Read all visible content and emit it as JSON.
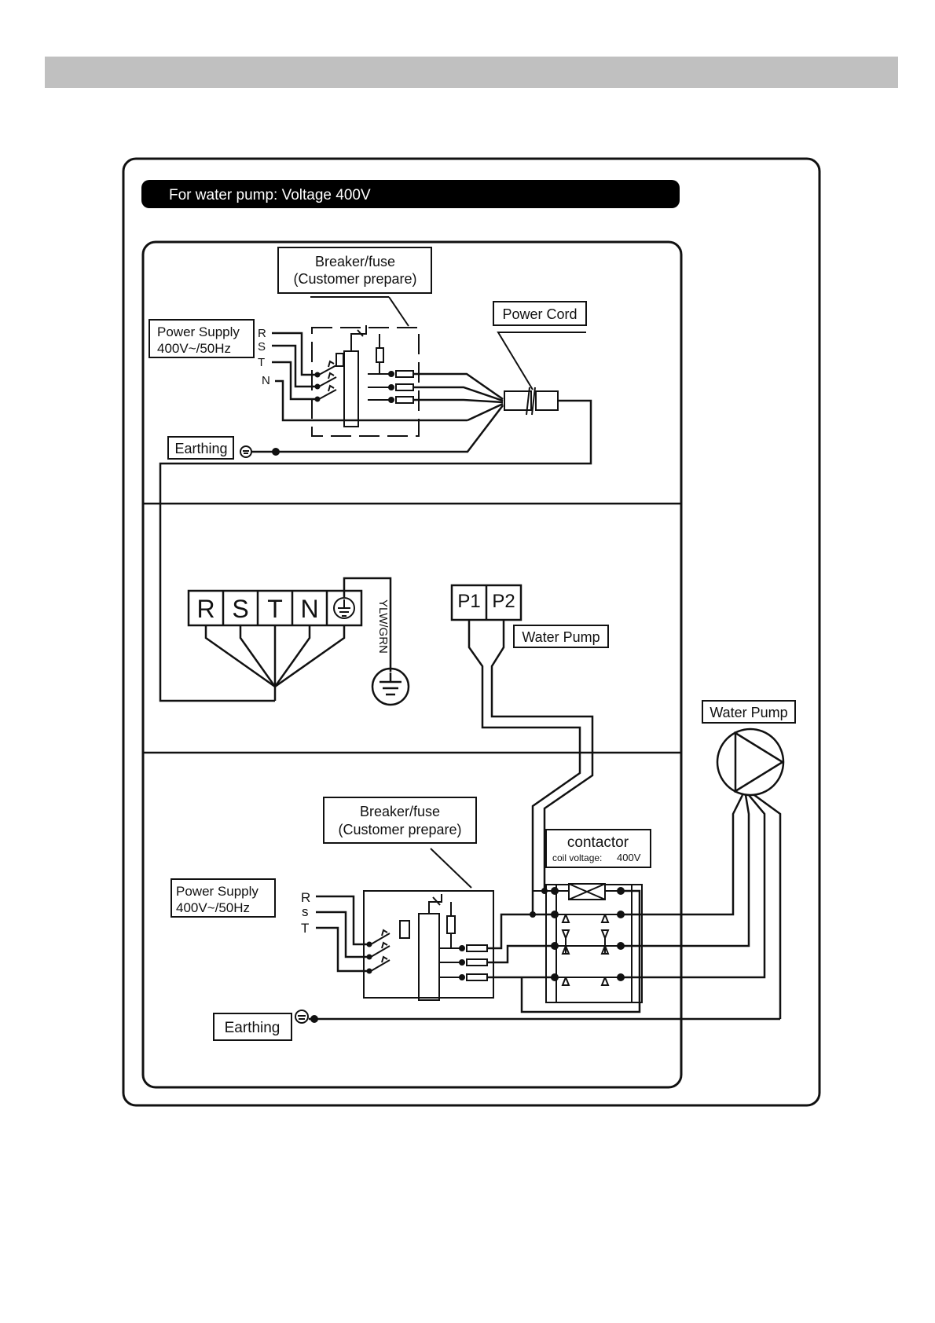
{
  "header": {
    "banner": "For water pump: Voltage 400V"
  },
  "top_panel": {
    "breaker_line1": "Breaker/fuse",
    "breaker_line2": "(Customer prepare)",
    "power_supply_line1": "Power Supply",
    "power_supply_line2": "400V~/50Hz",
    "power_cord": "Power Cord",
    "earthing": "Earthing",
    "phases": [
      "R",
      "S",
      "T",
      "N"
    ]
  },
  "middle_panel": {
    "terminals": [
      "R",
      "S",
      "T",
      "N"
    ],
    "ground_wire": "YLW/GRN",
    "pump_terminals": [
      "P1",
      "P2"
    ],
    "water_pump": "Water Pump"
  },
  "bottom_panel": {
    "breaker_line1": "Breaker/fuse",
    "breaker_line2": "(Customer prepare)",
    "power_supply_line1": "Power Supply",
    "power_supply_line2": "400V~/50Hz",
    "phases": [
      "R",
      "s",
      "T"
    ],
    "contactor": "contactor",
    "coil_label": "coil voltage:",
    "coil_value": "400V",
    "earthing": "Earthing"
  },
  "external": {
    "water_pump": "Water Pump"
  }
}
